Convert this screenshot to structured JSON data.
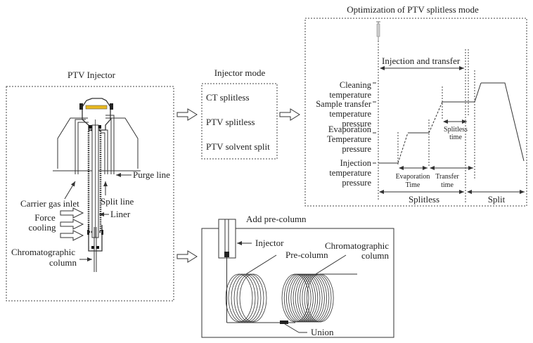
{
  "ptv_injector": {
    "title": "PTV Injector",
    "labels": {
      "purge_line": "Purge line",
      "carrier_gas_inlet": "Carrier gas inlet",
      "split_line": "Split line",
      "liner": "Liner",
      "force_cooling_1": "Force",
      "force_cooling_2": "cooling",
      "chrom_column_1": "Chromatographic",
      "chrom_column_2": "column"
    },
    "heater_color": "#e8b820"
  },
  "injector_mode": {
    "title": "Injector mode",
    "items": [
      "CT splitless",
      "PTV splitless",
      "PTV solvent split"
    ]
  },
  "optimization": {
    "title": "Optimization of PTV splitless mode",
    "y_labels": {
      "cleaning": [
        "Cleaning",
        "temperature"
      ],
      "sample_transfer": [
        "Sample transfer",
        "temperature",
        "pressure"
      ],
      "evaporation": [
        "Evaporation",
        "Temperature",
        "pressure"
      ],
      "injection": [
        "Injection",
        "temperature",
        "pressure"
      ]
    },
    "spans": {
      "injection_and_transfer": "Injection and transfer",
      "splitless_time": [
        "Splitless",
        "time"
      ],
      "evaporation_time": [
        "Evaporation",
        "Time"
      ],
      "transfer_time": [
        "Transfer",
        "time"
      ],
      "splitless": "Splitless",
      "split": "Split"
    }
  },
  "pre_column": {
    "title": "Add pre-column",
    "labels": {
      "injector": "Injector",
      "pre_column": "Pre-column",
      "chrom_column_1": "Chromatographic",
      "chrom_column_2": "column",
      "union": "Union"
    }
  }
}
